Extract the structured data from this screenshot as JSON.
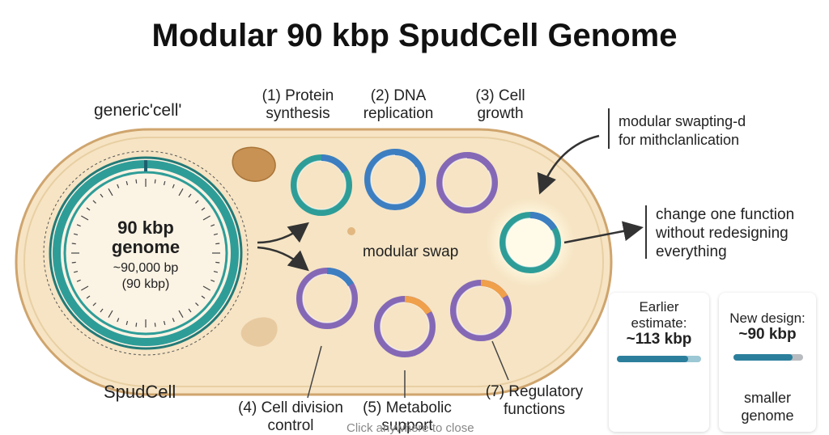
{
  "title": "Modular 90 kbp SpudCell Genome",
  "generic_cell_label": "generic'cell'",
  "spudcell_label": "SpudCell",
  "genome": {
    "line1": "90 kbp",
    "line2": "genome",
    "line3": "~90,000 bp",
    "line4": "(90 kbp)"
  },
  "modules_top": [
    {
      "line1": "(1) Protein",
      "line2": "synthesis"
    },
    {
      "line1": "(2) DNA",
      "line2": "replication"
    },
    {
      "line1": "(3) Cell",
      "line2": "growth"
    }
  ],
  "modules_bottom": [
    {
      "line1": "(4) Cell division",
      "line2": "control"
    },
    {
      "line1": "(5) Metabolic",
      "line2": "support"
    },
    {
      "line1": "(7) Regulatory",
      "line2": "functions"
    }
  ],
  "modular_swap_label": "modular swap",
  "note_top": {
    "line1": "modular swapting-d",
    "line2": "for mithclanlication"
  },
  "note_right": {
    "line1": "change one function",
    "line2": "without redesigning",
    "line3": "everything"
  },
  "earlier": {
    "line1": "Earlier",
    "line2": "estimate:",
    "value": "~113 kbp",
    "fill_fraction": 0.85
  },
  "new_design": {
    "line1": "New design:",
    "value": "~90 kbp",
    "fill_fraction": 0.85,
    "caption1": "smaller",
    "caption2": "genome"
  },
  "close_hint": "Click anywhere to close",
  "colors": {
    "cell_fill": "#f6e4c4",
    "cell_stroke": "#cfa56e",
    "teal": "#2e9d98",
    "blue": "#3d7ec1",
    "purple": "#8468b6",
    "orange": "#f0a04a",
    "bar_dark": "#2b7f9c"
  }
}
